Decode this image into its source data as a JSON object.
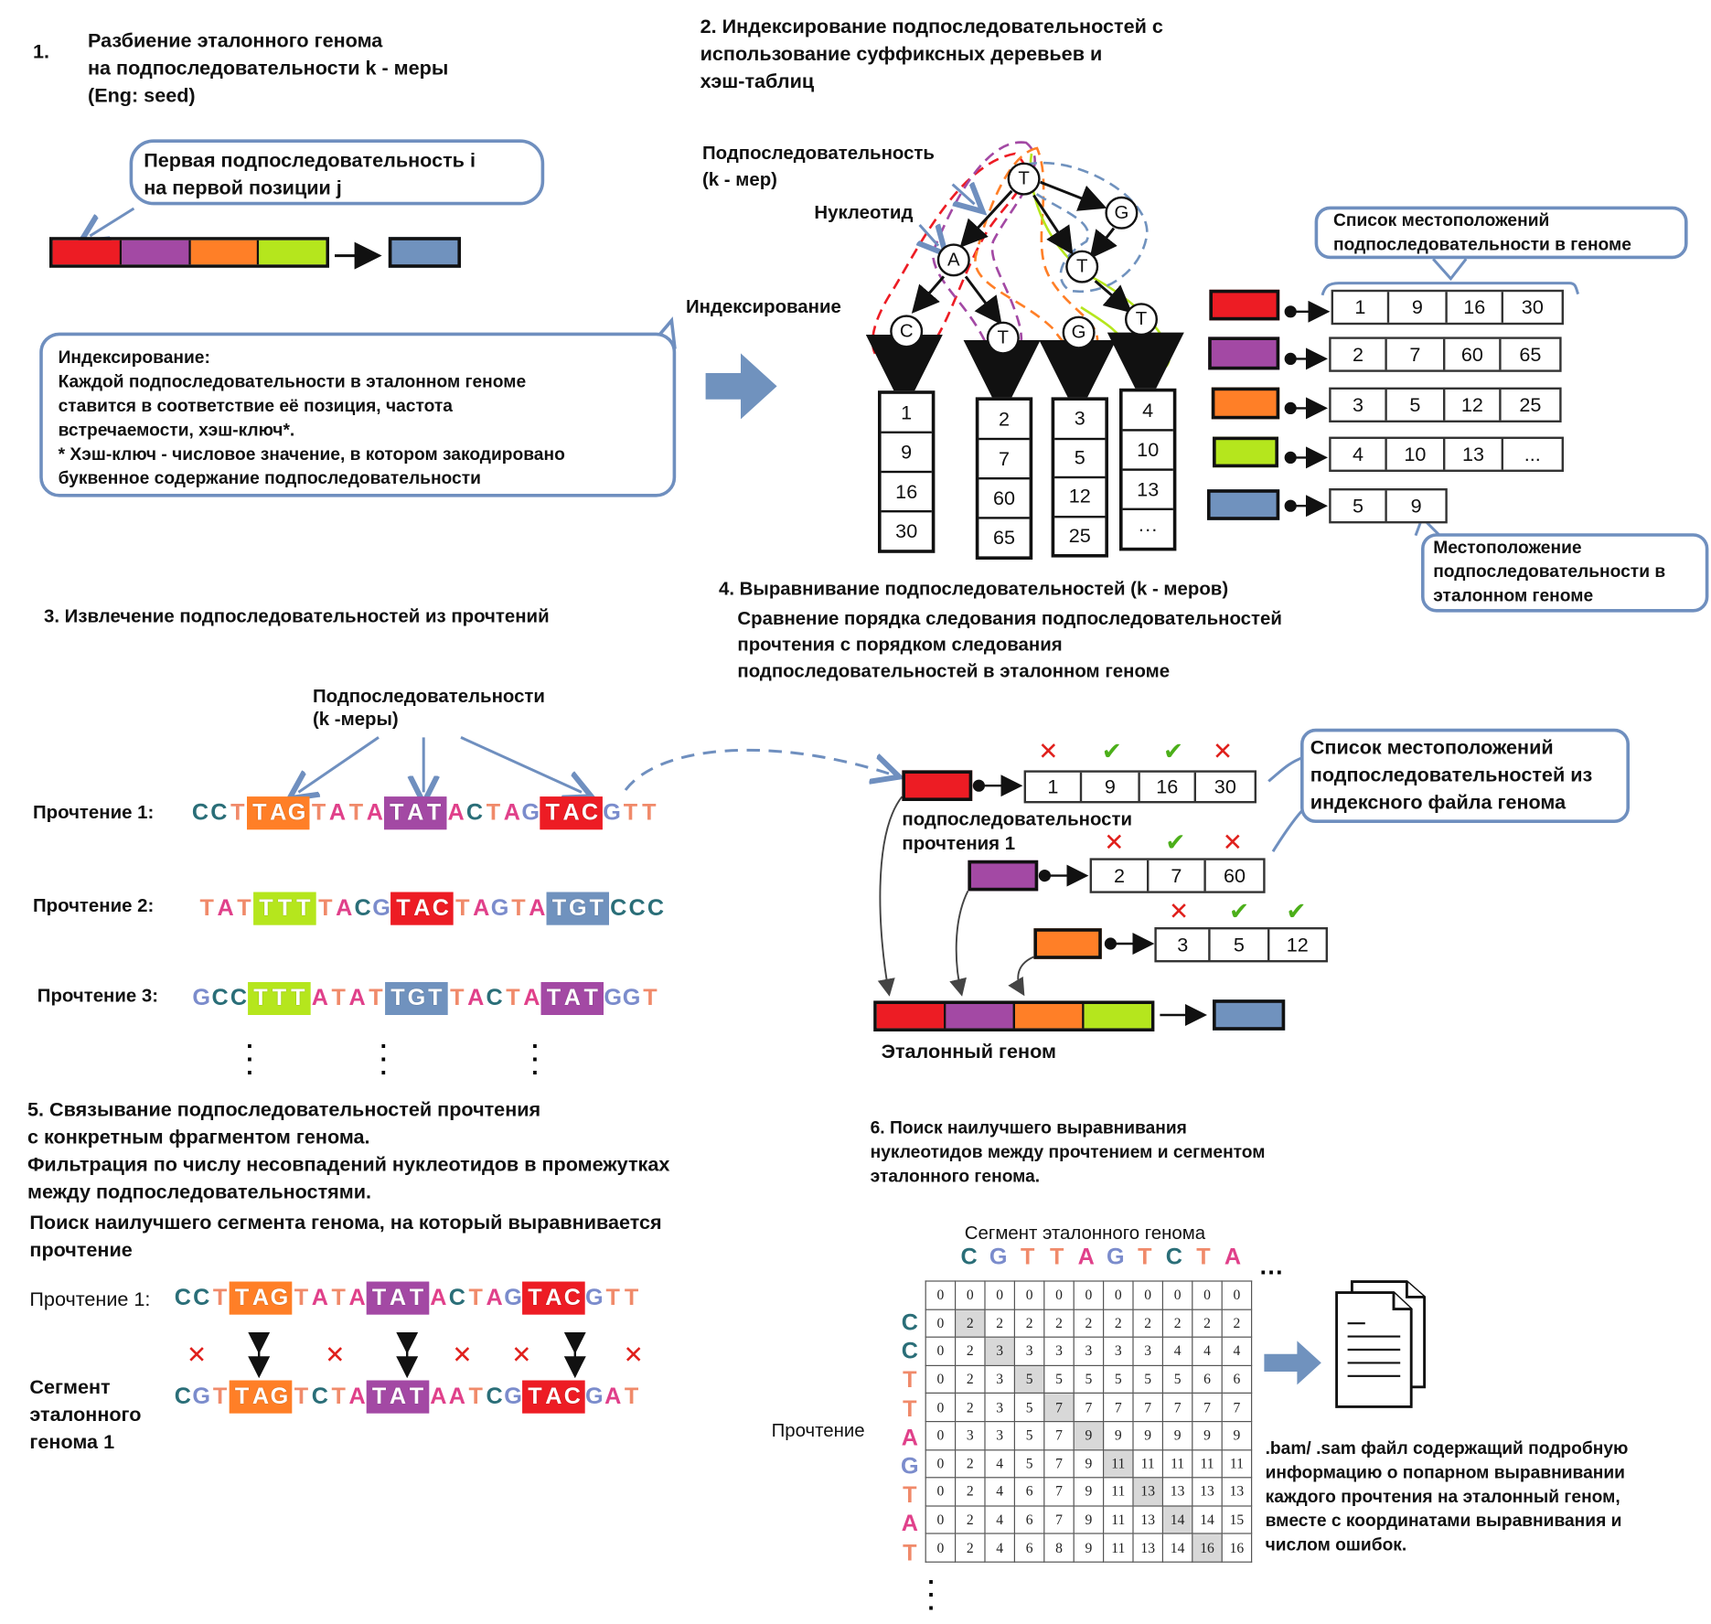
{
  "colors": {
    "red": "#ed1c24",
    "purple": "#a349a4",
    "orange": "#ff7f27",
    "green": "#b5e61d",
    "blue": "#7092be",
    "bubble_border": "#6f8fbf",
    "cross": "#e0201c",
    "check": "#4caf1a",
    "nt_A": "#e0408a",
    "nt_C": "#2a6e78",
    "nt_G": "#7b8ccc",
    "nt_T": "#f08a6a"
  },
  "section1": {
    "number": "1.",
    "title": "Разбиение эталонного генома\nна подпоследовательности k - меры\n(Eng: seed)",
    "callout": "Первая подпоследовательность i\nна первой позиции j",
    "segments": [
      "red",
      "purple",
      "orange",
      "green"
    ],
    "next_segment": "blue",
    "indexing_box": "Индексирование:\nКаждой подпоследовательности в эталонном геноме\nставится в соответствие её позиция, частота\nвстречаемости, хэш-ключ*.\n* Хэш-ключ - числовое значение, в котором закодировано\nбуквенное содержание подпоследовательности",
    "indexing_label": "Индексирование"
  },
  "section2": {
    "title": "2. Индексирование подпоследовательностей с\nиспользование суффиксных деревьев и\nхэш-таблиц",
    "label_kmer": "Подпоследовательность\n     (k - мер)",
    "label_nucleotide": "Нуклеотид",
    "tree_nodes": {
      "root": "T",
      "a": "A",
      "g_top": "G",
      "t_mid": "T",
      "c_leaf": "C",
      "t_leaf1": "T",
      "g_leaf": "G",
      "t_leaf2": "T"
    },
    "tree_columns": [
      [
        "1",
        "9",
        "16",
        "30"
      ],
      [
        "2",
        "7",
        "60",
        "65"
      ],
      [
        "3",
        "5",
        "12",
        "25"
      ],
      [
        "4",
        "10",
        "13",
        "···"
      ]
    ],
    "hash_callout": "Список местоположений\nподпоследовательности в геноме",
    "hash_rows": [
      {
        "color": "red",
        "positions": [
          "1",
          "9",
          "16",
          "30"
        ]
      },
      {
        "color": "purple",
        "positions": [
          "2",
          "7",
          "60",
          "65"
        ]
      },
      {
        "color": "orange",
        "positions": [
          "3",
          "5",
          "12",
          "25"
        ]
      },
      {
        "color": "green",
        "positions": [
          "4",
          "10",
          "13",
          "..."
        ]
      },
      {
        "color": "blue",
        "positions": [
          "5",
          "9"
        ]
      }
    ],
    "location_callout": "Местоположение\nподпоследовательности в\nэталонном геноме"
  },
  "section3": {
    "title": "3. Извлечение подпоследовательностей из прочтений",
    "kmer_label": "Подпоследовательности\n   (k -меры)",
    "reads": [
      {
        "label": "Прочтение 1:",
        "seq": "CCTTAGTATATATACTAGTACGTT",
        "highlights": [
          {
            "start": 3,
            "len": 3,
            "color": "orange"
          },
          {
            "start": 10,
            "len": 3,
            "color": "purple"
          },
          {
            "start": 18,
            "len": 3,
            "color": "red"
          }
        ]
      },
      {
        "label": "Прочтение  2:",
        "seq": "TATTTTTACGTACTAGTATGTCCC",
        "highlights": [
          {
            "start": 3,
            "len": 3,
            "color": "green"
          },
          {
            "start": 10,
            "len": 3,
            "color": "red"
          },
          {
            "start": 18,
            "len": 3,
            "color": "blue"
          }
        ]
      },
      {
        "label": "Прочтение 3:",
        "seq": "GCCTTTATATTGTTACTATATGGT",
        "highlights": [
          {
            "start": 3,
            "len": 3,
            "color": "green"
          },
          {
            "start": 10,
            "len": 3,
            "color": "blue"
          },
          {
            "start": 18,
            "len": 3,
            "color": "purple"
          }
        ]
      }
    ]
  },
  "section4": {
    "title": "4. Выравнивание подпоследовательностей (k - меров)",
    "subtitle": "Сравнение порядка следования подпоследовательностей\nпрочтения с порядком следования\nподпоследовательностей в эталонном геноме",
    "read_kmers_label": "подпоследовательности\nпрочтения 1",
    "callout": "Список местоположений\nподпоследовательностей из\nиндексного файла генома",
    "rows": [
      {
        "color": "red",
        "positions": [
          "1",
          "9",
          "16",
          "30"
        ],
        "marks": [
          "cross",
          "check",
          "check",
          "cross"
        ]
      },
      {
        "color": "purple",
        "positions": [
          "2",
          "7",
          "60"
        ],
        "marks": [
          "cross",
          "check",
          "cross"
        ]
      },
      {
        "color": "orange",
        "positions": [
          "3",
          "5",
          "12"
        ],
        "marks": [
          "cross",
          "check",
          "check"
        ]
      }
    ],
    "genome_label": "Эталонный геном",
    "genome_segments": [
      "red",
      "purple",
      "orange",
      "green"
    ],
    "genome_next": "blue"
  },
  "section5": {
    "title": "5. Связывание подпоследовательностей прочтения\nс конкретным фрагментом генома.\nФильтрация по числу несовпадений нуклеотидов в промежутках\nмежду подпоследовательностями.",
    "subtitle": "Поиск наилучшего сегмента генома, на который выравнивается\nпрочтение",
    "read_label": "Прочтение 1:",
    "read_seq": "CCTTAGTATATATACTAGTACGTT",
    "read_highlights": [
      {
        "start": 3,
        "len": 3,
        "color": "orange"
      },
      {
        "start": 10,
        "len": 3,
        "color": "purple"
      },
      {
        "start": 18,
        "len": 3,
        "color": "red"
      }
    ],
    "segment_label": "Сегмент\nэталонного\nгенома 1",
    "segment_seq": "CGTTAGTCTATATAATCGTACGAT",
    "segment_highlights": [
      {
        "start": 3,
        "len": 3,
        "color": "orange"
      },
      {
        "start": 10,
        "len": 3,
        "color": "purple"
      },
      {
        "start": 18,
        "len": 3,
        "color": "red"
      }
    ]
  },
  "section6": {
    "title": "6. Поиск наилучшего выравнивания\nнуклеотидов между прочтением и сегментом\nэталонного генома.",
    "segment_label": "Сегмент эталонного генома",
    "col_letters": [
      "C",
      "G",
      "T",
      "T",
      "A",
      "G",
      "T",
      "C",
      "T",
      "A"
    ],
    "row_label": "Прочтение",
    "row_letters": [
      "C",
      "C",
      "T",
      "T",
      "A",
      "G",
      "T",
      "A",
      "T"
    ],
    "matrix": [
      [
        0,
        0,
        0,
        0,
        0,
        0,
        0,
        0,
        0,
        0,
        0
      ],
      [
        0,
        2,
        2,
        2,
        2,
        2,
        2,
        2,
        2,
        2,
        2
      ],
      [
        0,
        2,
        3,
        3,
        3,
        3,
        3,
        3,
        4,
        4,
        4
      ],
      [
        0,
        2,
        3,
        5,
        5,
        5,
        5,
        5,
        5,
        6,
        6
      ],
      [
        0,
        2,
        3,
        5,
        7,
        7,
        7,
        7,
        7,
        7,
        7
      ],
      [
        0,
        3,
        3,
        5,
        7,
        9,
        9,
        9,
        9,
        9,
        9
      ],
      [
        0,
        2,
        4,
        5,
        7,
        9,
        11,
        11,
        11,
        11,
        11
      ],
      [
        0,
        2,
        4,
        6,
        7,
        9,
        11,
        13,
        13,
        13,
        13
      ],
      [
        0,
        2,
        4,
        6,
        7,
        9,
        11,
        13,
        14,
        14,
        15
      ],
      [
        0,
        2,
        4,
        6,
        8,
        9,
        11,
        13,
        14,
        16,
        16
      ]
    ],
    "highlighted_path": [
      [
        1,
        1
      ],
      [
        2,
        2
      ],
      [
        3,
        3
      ],
      [
        4,
        4
      ],
      [
        5,
        5
      ],
      [
        6,
        6
      ],
      [
        7,
        7
      ],
      [
        8,
        8
      ],
      [
        9,
        9
      ]
    ],
    "output_text": ".bam/ .sam файл содержащий подробную\nинформацию о попарном выравнивании\nкаждого прочтения на эталонный геном,\nвместе с координатами выравнивания и\nчислом ошибок.",
    "output_icon": "document-icon"
  }
}
